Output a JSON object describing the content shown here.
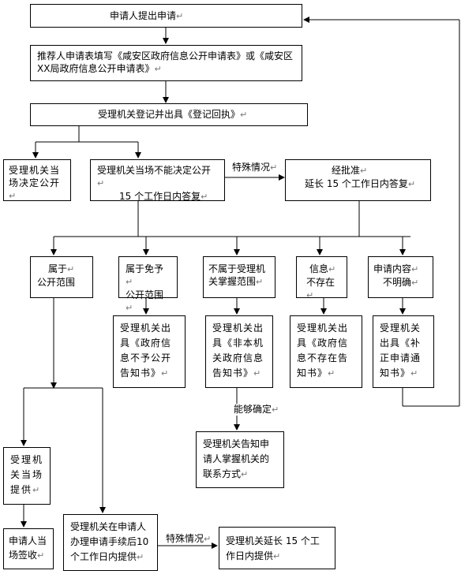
{
  "flow": {
    "apply": "申请人提出申请",
    "fill_form": "推荐人申请表填写《咸安区政府信息公开申请表》或《咸安区XX局政府信息公开申请表》",
    "register": "受理机关登记并出具《登记回执》",
    "decide_now": "受理机关当场决定公开",
    "decide_later_1": "受理机关当场不能决定公开",
    "decide_later_2": "15 个工作日内答复",
    "special_1": "特殊情况",
    "extend_1": "经批准",
    "extend_2": "延长 15 个工作日内答复",
    "cat_public_1": "属于",
    "cat_public_2": "公开范围",
    "cat_exempt_1": "属于免予",
    "cat_exempt_2": "公开范围",
    "cat_notheld_1": "不属于受理机",
    "cat_notheld_2": "关掌握范围",
    "cat_noinfo_1": "信息",
    "cat_noinfo_2": "不存在",
    "cat_unclear_1": "申请内容",
    "cat_unclear_2": "不明确",
    "out_exempt": "受理机关出具《政府信息不予公开告知书》",
    "out_notheld": "受理机关出具《非本机关政府信息告知书》",
    "out_noinfo": "受理机关出具《政府信息不存在告知书》",
    "out_unclear": "受理机关出具《补正申请通知书》",
    "can_confirm": "能够确定",
    "inform_contact": "受理机关告知申请人掌握机关的联系方式",
    "provide_onsite": "受理机关当场提供",
    "sign_onsite": "申请人当场签收",
    "provide_10days": "受理机关在申请人办理申请手续后10个工作日内提供",
    "special_2": "特殊情况",
    "extend_provide": "受理机关延长 15 个工作日内提供",
    "return_mark": "↵"
  }
}
